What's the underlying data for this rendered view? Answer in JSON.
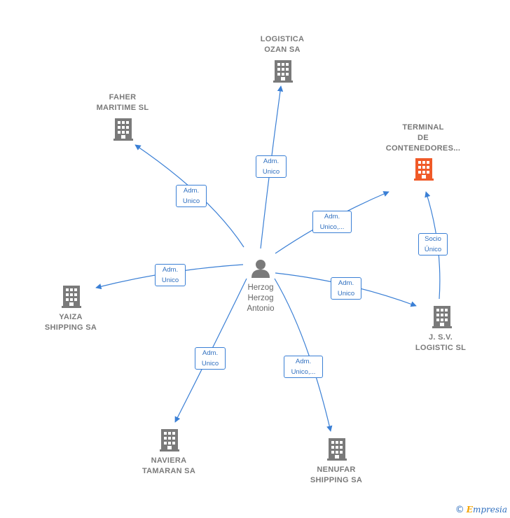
{
  "colors": {
    "edge": "#3a7fd5",
    "building": "#7a7a7a",
    "building_highlight": "#f05a28",
    "person": "#7a7a7a"
  },
  "center": {
    "name": "Herzog\nHerzog\nAntonio",
    "icon": "person-icon"
  },
  "nodes": [
    {
      "id": "logistica",
      "name": "LOGISTICA\nOZAN SA",
      "icon": "building-icon"
    },
    {
      "id": "faher",
      "name": "FAHER\nMARITIME SL",
      "icon": "building-icon"
    },
    {
      "id": "terminal",
      "name": "TERMINAL\nDE\nCONTENEDORES...",
      "icon": "building-icon",
      "highlight": true
    },
    {
      "id": "yaiza",
      "name": "YAIZA\nSHIPPING SA",
      "icon": "building-icon"
    },
    {
      "id": "jsv",
      "name": "J. S.V.\nLOGISTIC SL",
      "icon": "building-icon"
    },
    {
      "id": "naviera",
      "name": "NAVIERA\nTAMARAN SA",
      "icon": "building-icon"
    },
    {
      "id": "nenufar",
      "name": "NENUFAR\nSHIPPING SA",
      "icon": "building-icon"
    }
  ],
  "edges": [
    {
      "to": "logistica",
      "label": "Adm.\nUnico"
    },
    {
      "to": "faher",
      "label": "Adm.\nUnico"
    },
    {
      "to": "terminal",
      "label": "Adm.\nUnico,..."
    },
    {
      "to": "yaiza",
      "label": "Adm.\nUnico"
    },
    {
      "to": "jsv",
      "label": "Adm.\nUnico"
    },
    {
      "to": "naviera",
      "label": "Adm.\nUnico"
    },
    {
      "to": "nenufar",
      "label": "Adm.\nUnico,..."
    },
    {
      "from": "jsv",
      "to": "terminal",
      "label": "Socio\nÚnico"
    }
  ],
  "brand": {
    "copyright": "©",
    "name": "mpresia",
    "initial": "E"
  }
}
